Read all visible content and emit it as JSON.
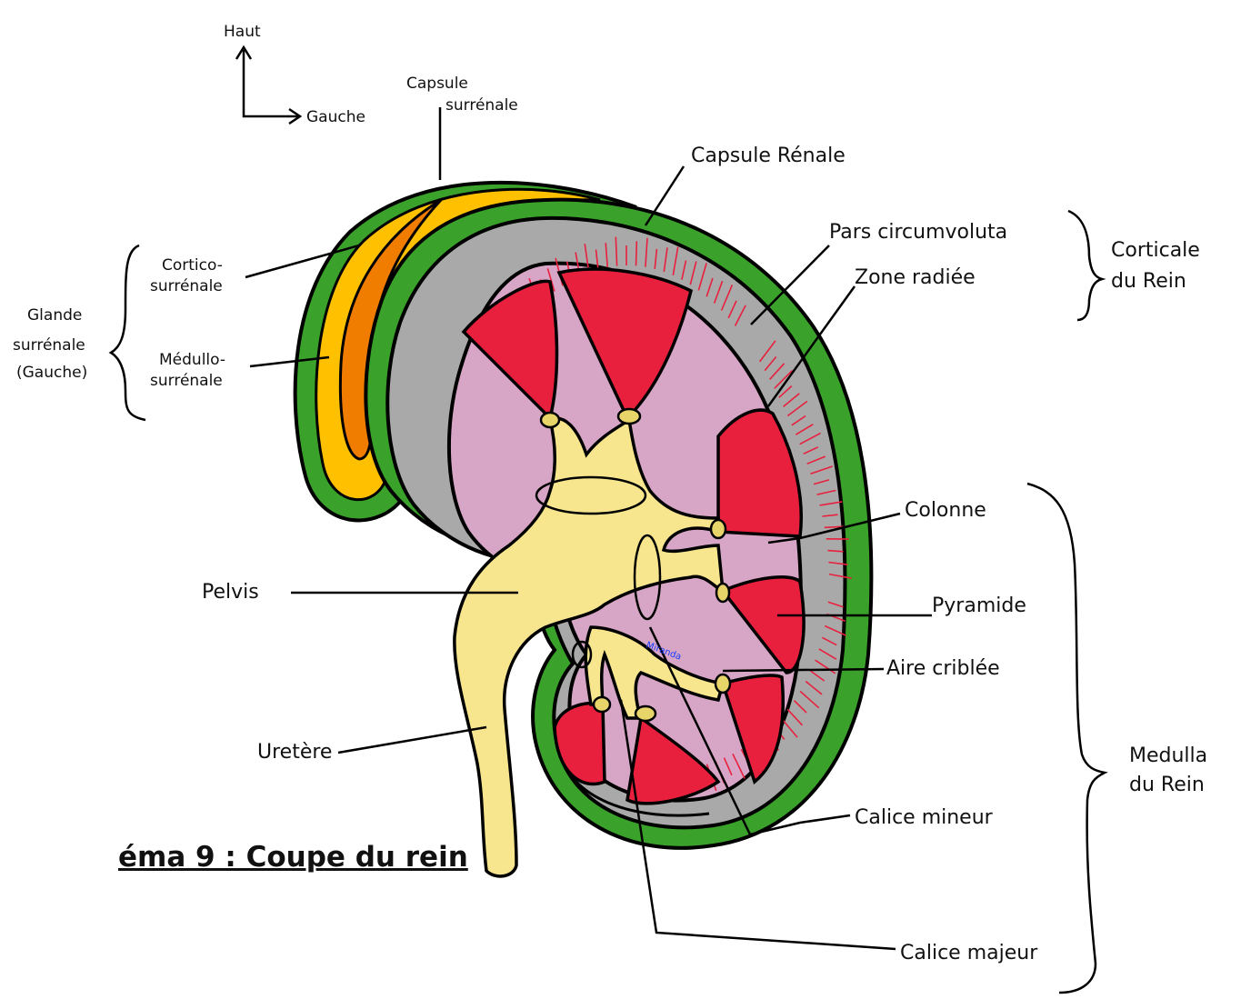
{
  "title": "éma 9 : Coupe du rein",
  "orientation": {
    "up": "Haut",
    "left": "Gauche"
  },
  "labels": {
    "capsule_surrenale": [
      "Capsule",
      "surrénale"
    ],
    "capsule_renale": "Capsule Rénale",
    "pars_circumvoluta": "Pars circumvoluta",
    "zone_radiee": "Zone radiée",
    "corticale_du_rein": [
      "Corticale",
      "du Rein"
    ],
    "cortico_surrenale": [
      "Cortico-",
      "surrénale"
    ],
    "medullo_surrenale": [
      "Médullo-",
      "surrénale"
    ],
    "glande_surrenale": [
      "Glande",
      "surrénale",
      "(Gauche)"
    ],
    "colonne": "Colonne",
    "pyramide": "Pyramide",
    "aire_criblee": "Aire criblée",
    "medulla_du_rein": [
      "Medulla",
      "du Rein"
    ],
    "pelvis": "Pelvis",
    "uretere": "Uretère",
    "calice_mineur": "Calice mineur",
    "calice_majeur": "Calice majeur",
    "watermark": "Miranda"
  },
  "colors": {
    "capsule": "#3aa12a",
    "cortex": "#a9a9a9",
    "medulla": "#d7a6c6",
    "pyramid": "#e8203e",
    "pelvis": "#f7e68e",
    "adrenal_cortex": "#ffc000",
    "adrenal_medulla": "#f07c00"
  }
}
